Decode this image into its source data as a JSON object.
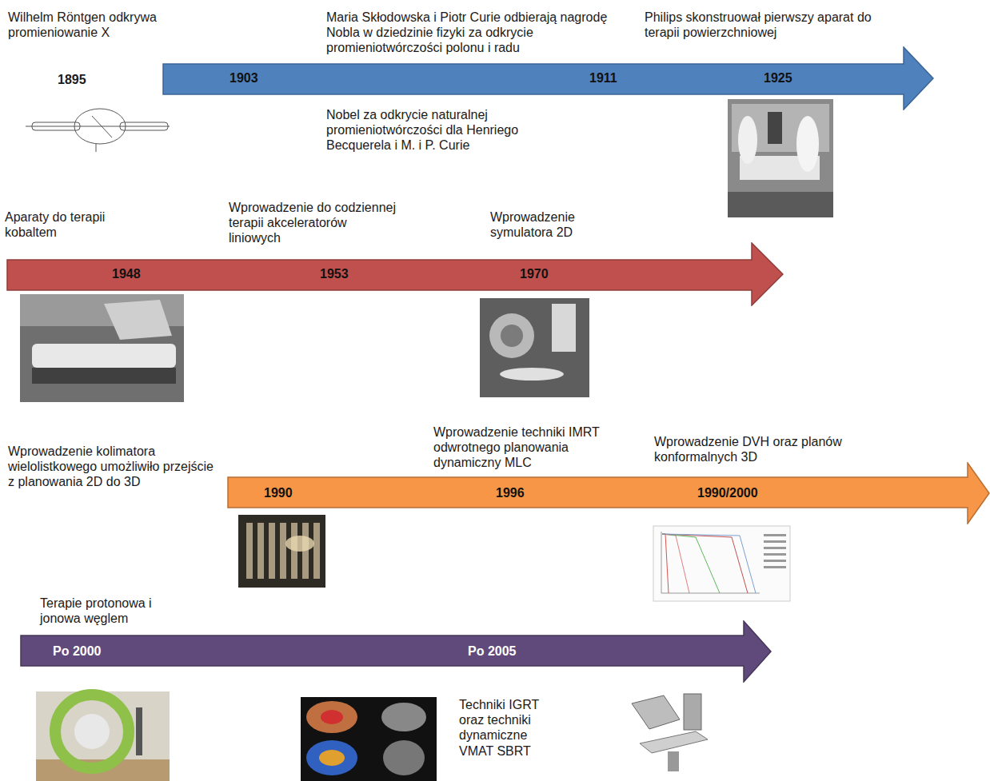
{
  "diagram": {
    "nodes": [
      {
        "text": [
          "1903",
          "1911",
          "1925"
        ]
      },
      {
        "text": [
          "1948",
          "1953",
          "1970"
        ]
      },
      {
        "text": [
          "1990",
          "1996",
          "1990/2000"
        ]
      },
      {
        "text": [
          "Po 2000",
          "Po 2005"
        ]
      }
    ],
    "labels": [
      "Wilhelm Röntgen odkrywa promieniowanie X",
      "1895",
      "Maria Skłodowska i Piotr Curie odbierają nagrodę Nobla w dziedzinie fizyki za odkrycie promieniotwórczości polonu i radu",
      "Philips skonstruował pierwszy aparat do terapii powierzchniowej",
      "Nobel za odkrycie naturalnej promieniotwórczości dla Henriego Becquerela i M. i P. Curie",
      "Aparaty do terapii kobaltem",
      "Wprowadzenie do codziennej terapii akceleratorów liniowych",
      "Wprowadzenie symulatora 2D",
      "Wprowadzenie kolimatora wielolistkowego umożliwiło przejście z planowania 2D do 3D",
      "Wprowadzenie techniki IMRT odwrotnego planowania dynamiczny MLC",
      "Wprowadzenie DVH oraz planów konformalnych 3D",
      "Terapie protonowa i jonowa węglem",
      "Techniki IGRT oraz techniki dynamiczne VMAT SBRT"
    ]
  }
}
